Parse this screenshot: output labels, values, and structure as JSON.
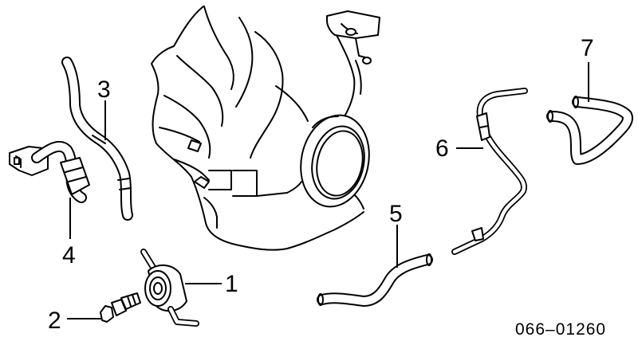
{
  "callouts": {
    "part1": "1",
    "part2": "2",
    "part3": "3",
    "part4": "4",
    "part5": "5",
    "part6": "6",
    "part7": "7"
  },
  "diagram_code": "066–01260"
}
